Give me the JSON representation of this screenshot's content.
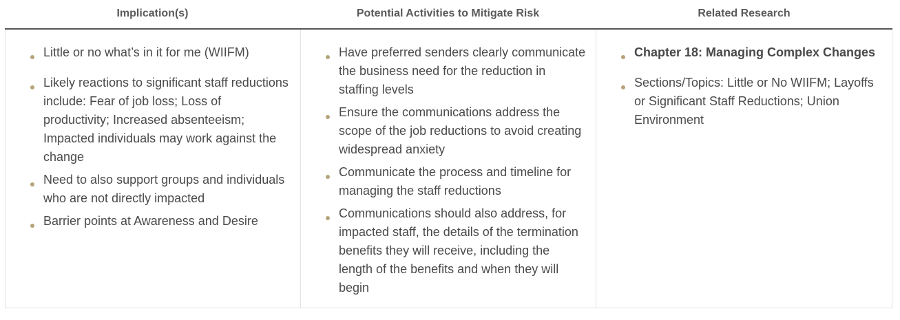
{
  "table": {
    "headers": [
      "Implication(s)",
      "Potential Activities to Mitigate Risk",
      "Related Research"
    ],
    "implications": [
      "Little or no what’s in it for me (WIIFM)",
      "Likely reactions to significant staff reductions include: Fear of job loss; Loss of productivity; Increased absenteeism; Impacted individuals may work against the change",
      "Need to also support groups and individuals who are not directly impacted",
      "Barrier points at Awareness and Desire"
    ],
    "activities": [
      "Have preferred senders clearly communicate the business need for the reduction in staffing levels",
      "Ensure the communications address the scope of the job reductions to avoid creating widespread anxiety",
      "Communicate the process and timeline for managing the staff reductions",
      "Communications should also address, for impacted staff, the details of the termination benefits they will receive, including the length of the benefits and when they will begin"
    ],
    "research": [
      "Chapter 18: Managing Complex Changes",
      "Sections/Topics: Little or No WIIFM; Layoffs or Significant Staff Reductions; Union Environment"
    ]
  },
  "colors": {
    "bullet": "#b5a47a",
    "text": "#4a4a4a",
    "header_rule": "#555555",
    "cell_border": "#e2e2e2"
  }
}
